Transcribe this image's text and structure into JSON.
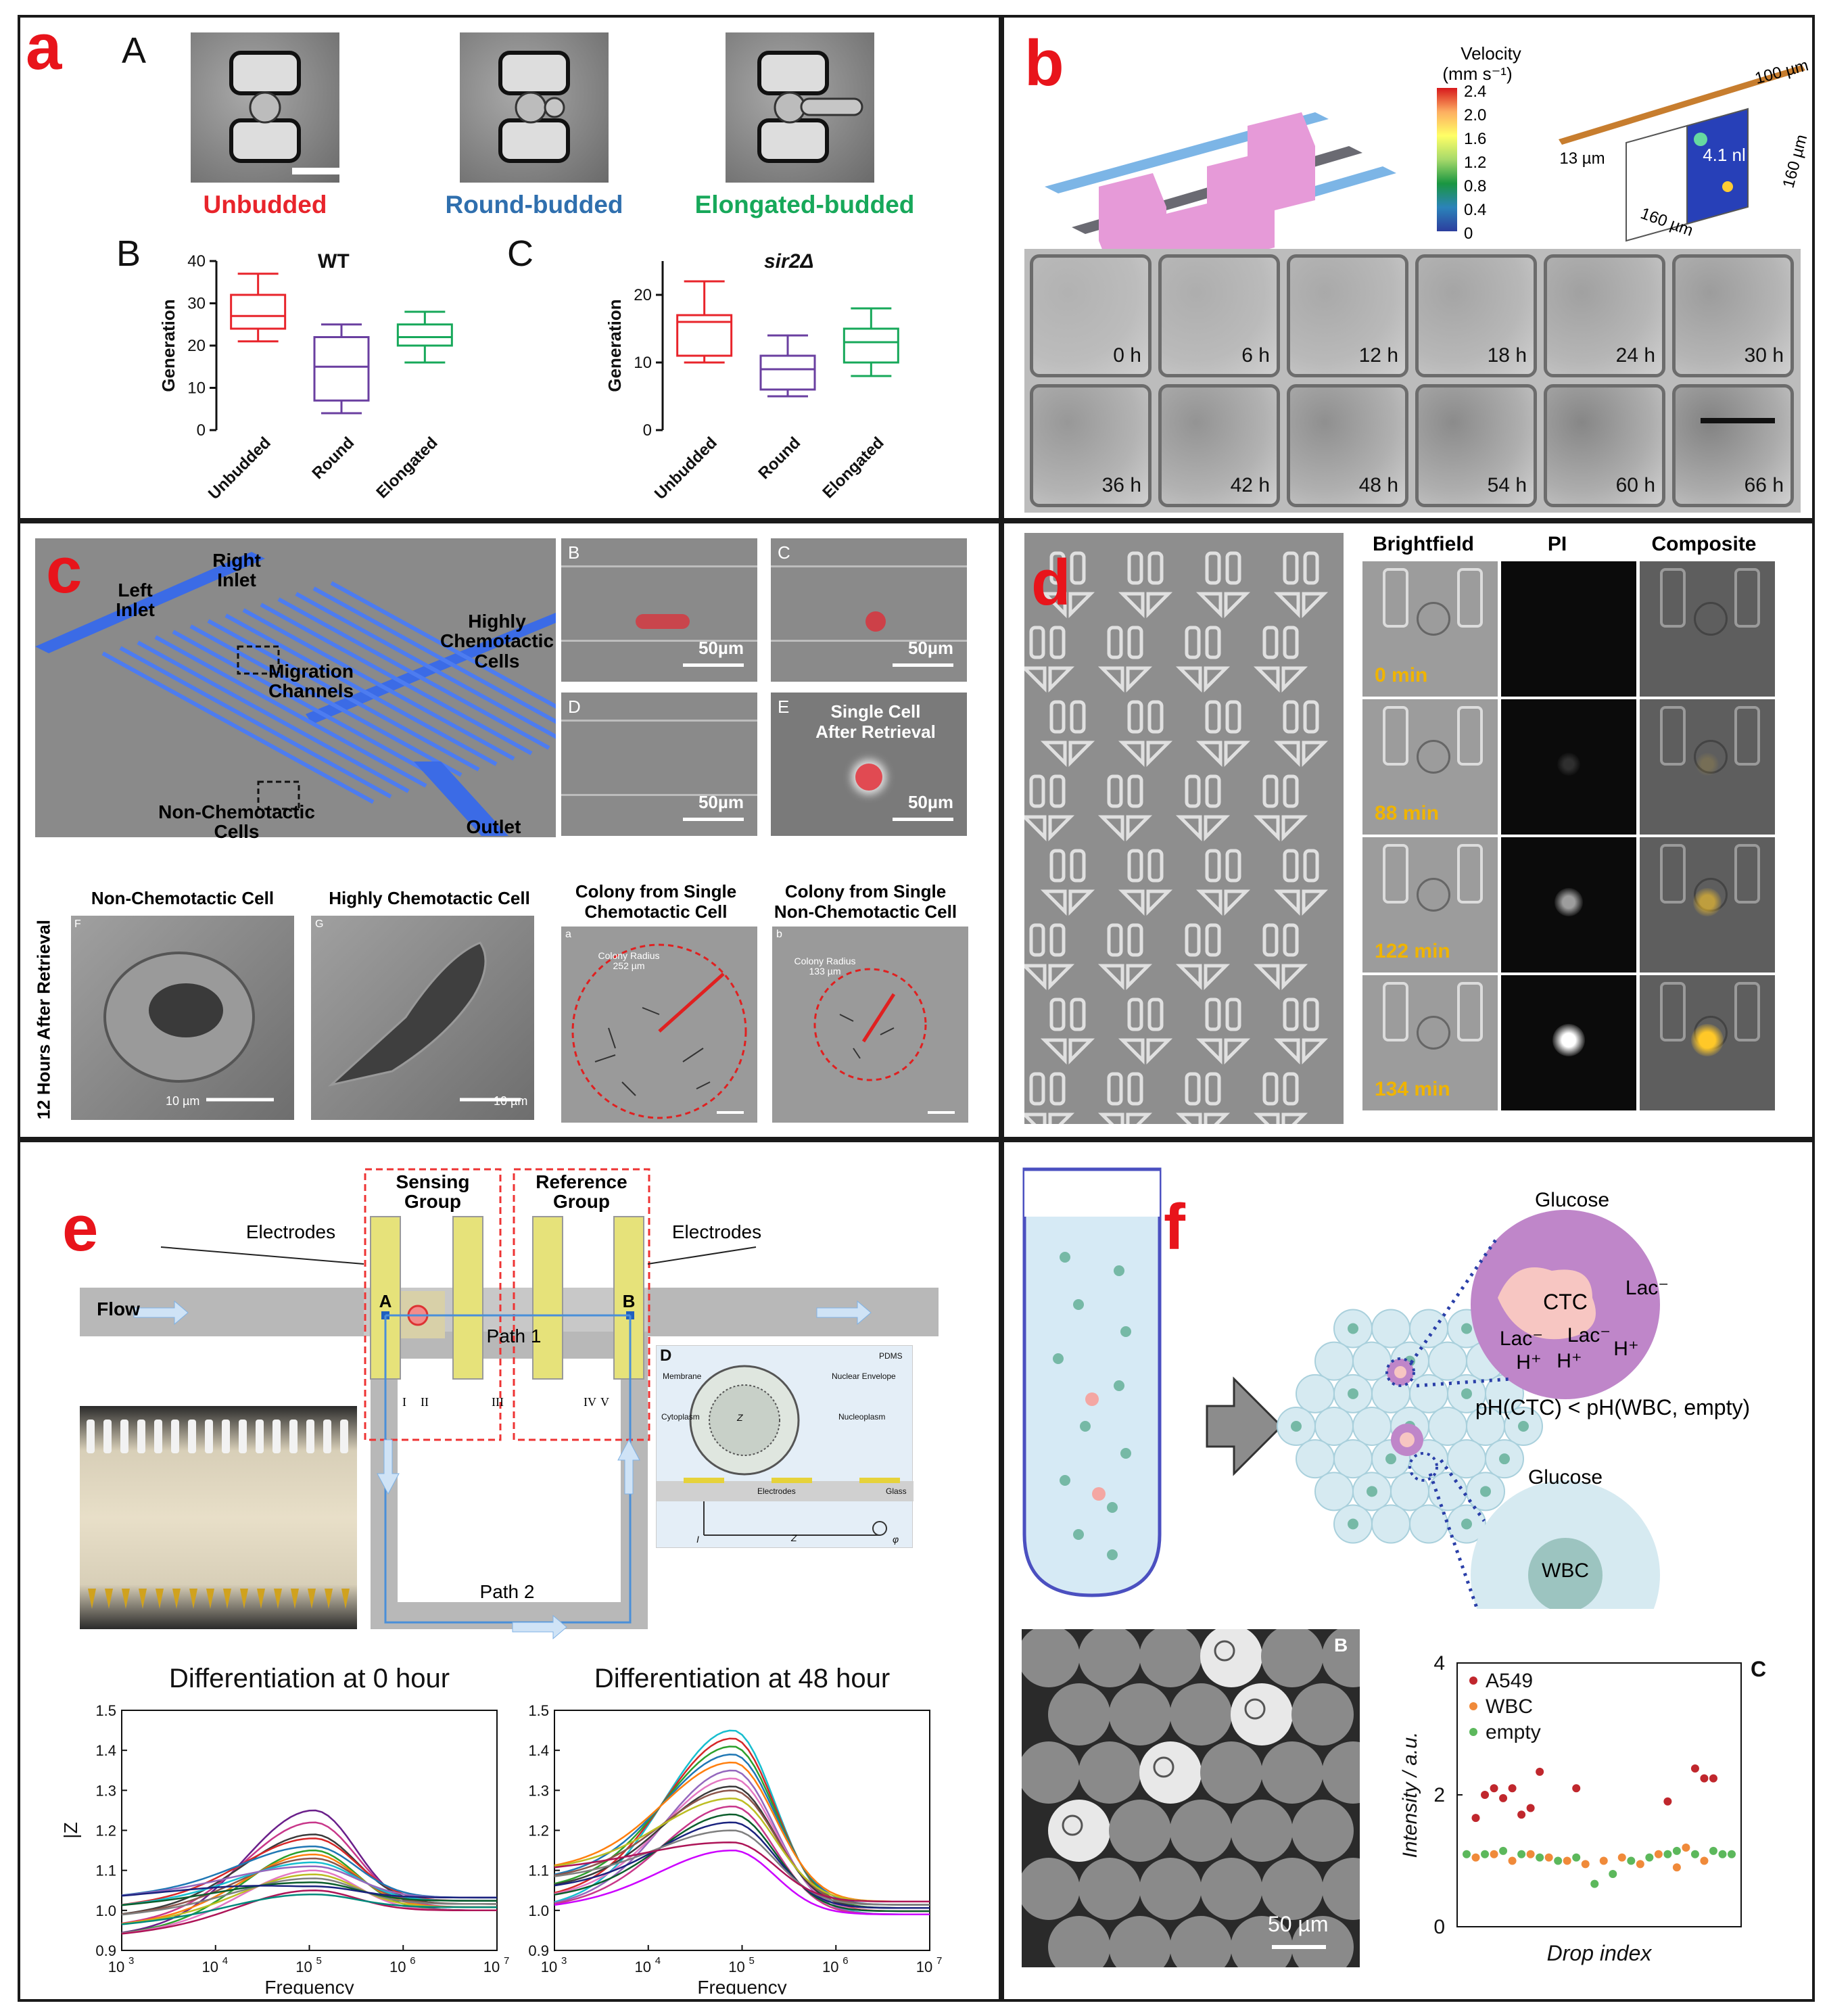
{
  "panels": {
    "a": {
      "label": "a",
      "sub_A": "A",
      "sub_B": "B",
      "sub_C": "C",
      "cell_labels": [
        {
          "text": "Unbudded",
          "color": "#e8242b"
        },
        {
          "text": "Round-budded",
          "color": "#2f6fae"
        },
        {
          "text": "Elongated-budded",
          "color": "#17a85a"
        }
      ]
    },
    "b": {
      "label": "b",
      "velocity_title": "Velocity",
      "velocity_unit": "(mm s⁻¹)",
      "velocity_ticks": [
        "2.4",
        "2.0",
        "1.6",
        "1.2",
        "0.8",
        "0.4",
        "0"
      ],
      "dims": {
        "d1": "100 µm",
        "d2": "13 µm",
        "d3": "4.1 nl",
        "d4": "160 µm",
        "d5": "160 µm"
      },
      "timepoints": [
        "0 h",
        "6 h",
        "12 h",
        "18 h",
        "24 h",
        "30 h",
        "36 h",
        "42 h",
        "48 h",
        "54 h",
        "60 h",
        "66 h"
      ]
    },
    "c": {
      "label": "c",
      "labels": {
        "right_inlet": "Right\nInlet",
        "left_inlet": "Left\nInlet",
        "migration": "Migration\nChannels",
        "highly": "Highly\nChemotactic\nCells",
        "non": "Non-Chemotactic\nCells",
        "outlet": "Outlet"
      },
      "insets": [
        {
          "letter": "B",
          "scale": "50µm"
        },
        {
          "letter": "C",
          "scale": "50µm"
        },
        {
          "letter": "D",
          "scale": "50µm"
        },
        {
          "letter": "E",
          "scale": "50µm",
          "caption": "Single Cell\nAfter Retrieval"
        }
      ],
      "bottom_titles": [
        "Non-Chemotactic Cell",
        "Highly Chemotactic Cell",
        "Colony from Single\nChemotactic Cell",
        "Colony from Single\nNon-Chemotactic Cell"
      ],
      "vertical_label": "12 Hours After Retrieval",
      "sem_letters": [
        "F",
        "G"
      ],
      "sem_scale": "10 µm",
      "colony_letters": [
        "a",
        "b"
      ],
      "colony_radius": [
        "Colony Radius\n252 µm",
        "Colony Radius\n133 µm"
      ]
    },
    "d": {
      "label": "d",
      "col_titles": [
        "Brightfield",
        "PI",
        "Composite"
      ],
      "times": [
        "0 min",
        "88 min",
        "122 min",
        "134 min"
      ]
    },
    "e": {
      "label": "e",
      "labels": {
        "sensing": "Sensing\nGroup",
        "reference": "Reference\nGroup",
        "electrodes_left": "Electrodes",
        "electrodes_right": "Electrodes",
        "flow": "Flow",
        "path1": "Path 1",
        "path2": "Path 2",
        "A": "A",
        "B": "B",
        "roman": [
          "I",
          "II",
          "III",
          "IV",
          "V"
        ]
      },
      "inset_D": {
        "letter": "D",
        "pdms": "PDMS",
        "glass": "Glass",
        "electrodes": "Electrodes",
        "membrane": "Membrane",
        "nuclear": "Nuclear Envelope",
        "cytoplasm": "Cytoplasm",
        "nucleoplasm": "Nucleoplasm",
        "zmcs": "Z",
        "isensor": "I",
        "zsensor": "Z",
        "vin": "φ"
      }
    },
    "f": {
      "label": "f",
      "labels": {
        "glucose_top": "Glucose",
        "ctc": "CTC",
        "lac1": "Lac⁻",
        "lac2": "Lac⁻",
        "lac3": "Lac⁻",
        "h1": "H⁺",
        "h2": "H⁺",
        "h3": "H⁺",
        "ph": "pH(CTC) < pH(WBC, empty)",
        "glucose_bottom": "Glucose",
        "wbc": "WBC"
      },
      "micro_letter": "B",
      "micro_scale": "50 µm",
      "chart_letter": "C"
    }
  },
  "chart_data": [
    {
      "id": "a_B",
      "type": "box",
      "title": "WT",
      "ylabel": "Generation",
      "categories": [
        "Unbudded",
        "Round",
        "Elongated"
      ],
      "ylim": [
        0,
        40
      ],
      "yticks": [
        0,
        10,
        20,
        30,
        40
      ],
      "colors": [
        "#e8242b",
        "#6a3fa0",
        "#17a85a"
      ],
      "boxes": [
        {
          "min": 21,
          "q1": 24,
          "median": 27,
          "q3": 32,
          "max": 37
        },
        {
          "min": 4,
          "q1": 7,
          "median": 15,
          "q3": 22,
          "max": 25
        },
        {
          "min": 16,
          "q1": 20,
          "median": 22,
          "q3": 25,
          "max": 28
        }
      ]
    },
    {
      "id": "a_C",
      "type": "box",
      "title": "sir2Δ",
      "ylabel": "Generation",
      "categories": [
        "Unbudded",
        "Round",
        "Elongated"
      ],
      "ylim": [
        0,
        25
      ],
      "yticks": [
        0,
        10,
        20
      ],
      "colors": [
        "#e8242b",
        "#6a3fa0",
        "#17a85a"
      ],
      "boxes": [
        {
          "min": 10,
          "q1": 11,
          "median": 16,
          "q3": 17,
          "max": 22
        },
        {
          "min": 5,
          "q1": 6,
          "median": 9,
          "q3": 11,
          "max": 14
        },
        {
          "min": 8,
          "q1": 10,
          "median": 13,
          "q3": 15,
          "max": 18
        }
      ]
    },
    {
      "id": "e_0h",
      "type": "line",
      "title": "Differentiation at 0 hour",
      "xlabel": "Frequency",
      "ylabel": "|Z",
      "xscale": "log",
      "xlim": [
        1000,
        10000000
      ],
      "xticks_exp": [
        3,
        4,
        5,
        6,
        7
      ],
      "ylim": [
        0.9,
        1.5
      ],
      "yticks": [
        "0.9",
        "1.0",
        "1.1",
        "1.2",
        "1.3",
        "1.4",
        "1.5"
      ],
      "series_shape": {
        "peak_logf": 5.05,
        "base": 0.98,
        "tail": 1.01
      },
      "peaks": [
        1.25,
        1.22,
        1.19,
        1.18,
        1.16,
        1.15,
        1.14,
        1.13,
        1.12,
        1.11,
        1.1,
        1.09,
        1.08,
        1.07,
        1.06,
        1.05,
        1.04
      ],
      "colors": [
        "#6a1f8a",
        "#c8378a",
        "#3b3b3b",
        "#d62728",
        "#1f77b4",
        "#2ca02c",
        "#ff7f0e",
        "#8c564b",
        "#17becf",
        "#9467bd",
        "#e377c2",
        "#bcbd22",
        "#7f7f7f",
        "#0b5e2c",
        "#1a237e",
        "#ad1457",
        "#00897b"
      ]
    },
    {
      "id": "e_48h",
      "type": "line",
      "title": "Differentiation at 48 hour",
      "xlabel": "Frequency",
      "xscale": "log",
      "xlim": [
        1000,
        10000000
      ],
      "xticks_exp": [
        3,
        4,
        5,
        6,
        7
      ],
      "ylim": [
        0.9,
        1.5
      ],
      "yticks": [
        "0.9",
        "1.0",
        "1.1",
        "1.2",
        "1.3",
        "1.4",
        "1.5"
      ],
      "series_shape": {
        "peak_logf": 4.9,
        "base": 1.05,
        "tail": 1.0
      },
      "peaks": [
        1.45,
        1.43,
        1.41,
        1.39,
        1.37,
        1.35,
        1.33,
        1.31,
        1.3,
        1.28,
        1.26,
        1.24,
        1.22,
        1.2,
        1.17,
        1.15
      ],
      "colors": [
        "#17becf",
        "#d62728",
        "#2ca02c",
        "#1f77b4",
        "#ff7f0e",
        "#9467bd",
        "#e377c2",
        "#3b3b3b",
        "#8c564b",
        "#bcbd22",
        "#c8378a",
        "#0b5e2c",
        "#1a237e",
        "#7f7f7f",
        "#ad1457",
        "#cc00ff"
      ]
    },
    {
      "id": "f_C",
      "type": "scatter",
      "xlabel": "Drop index",
      "ylabel": "Intensity / a.u.",
      "ylim": [
        0,
        4
      ],
      "yticks": [
        0,
        2,
        4
      ],
      "legend": [
        "A549",
        "WBC",
        "empty"
      ],
      "colors": [
        "#c0272d",
        "#f08a3a",
        "#5cb85c"
      ],
      "series": [
        {
          "name": "A549",
          "points": [
            [
              1,
              1.65
            ],
            [
              2,
              2.0
            ],
            [
              3,
              2.1
            ],
            [
              4,
              1.95
            ],
            [
              5,
              2.1
            ],
            [
              6,
              1.7
            ],
            [
              7,
              1.8
            ],
            [
              8,
              2.35
            ],
            [
              12,
              2.1
            ],
            [
              22,
              1.9
            ],
            [
              25,
              2.4
            ],
            [
              26,
              2.25
            ],
            [
              27,
              2.25
            ]
          ]
        },
        {
          "name": "WBC",
          "points": [
            [
              1,
              1.05
            ],
            [
              3,
              1.1
            ],
            [
              5,
              1.0
            ],
            [
              7,
              1.1
            ],
            [
              9,
              1.05
            ],
            [
              11,
              1.0
            ],
            [
              13,
              0.95
            ],
            [
              15,
              1.0
            ],
            [
              17,
              1.05
            ],
            [
              19,
              0.95
            ],
            [
              21,
              1.1
            ],
            [
              23,
              0.9
            ],
            [
              24,
              1.2
            ],
            [
              26,
              1.0
            ]
          ]
        },
        {
          "name": "empty",
          "points": [
            [
              0,
              1.1
            ],
            [
              2,
              1.1
            ],
            [
              4,
              1.15
            ],
            [
              6,
              1.1
            ],
            [
              8,
              1.05
            ],
            [
              10,
              1.0
            ],
            [
              12,
              1.05
            ],
            [
              14,
              0.65
            ],
            [
              16,
              0.8
            ],
            [
              18,
              1.0
            ],
            [
              20,
              1.05
            ],
            [
              22,
              1.1
            ],
            [
              23,
              1.15
            ],
            [
              25,
              1.1
            ],
            [
              27,
              1.15
            ],
            [
              28,
              1.1
            ],
            [
              29,
              1.1
            ]
          ]
        }
      ]
    }
  ]
}
